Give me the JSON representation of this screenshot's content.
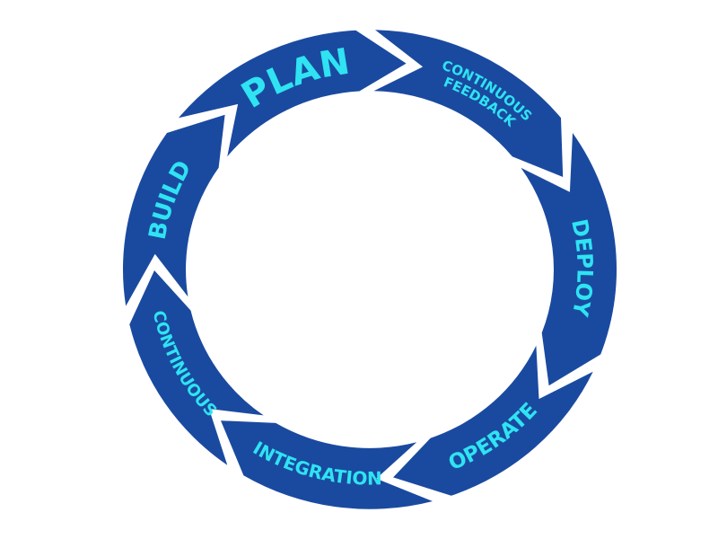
{
  "cycle": {
    "colors": {
      "segment": "#1a4aa0",
      "label": "#2fe3f2",
      "background": "#ffffff"
    },
    "direction": "clockwise",
    "stages": [
      {
        "id": "plan",
        "lines": [
          "PLAN"
        ]
      },
      {
        "id": "continuous-feedback",
        "lines": [
          "CONTINUOUS",
          "FEEDBACK"
        ]
      },
      {
        "id": "deploy",
        "lines": [
          "DEPLOY"
        ]
      },
      {
        "id": "operate",
        "lines": [
          "OPERATE"
        ]
      },
      {
        "id": "integration",
        "lines": [
          "INTEGRATION"
        ]
      },
      {
        "id": "continuous",
        "lines": [
          "CONTINUOUS"
        ]
      },
      {
        "id": "build",
        "lines": [
          "BUILD"
        ]
      }
    ]
  }
}
